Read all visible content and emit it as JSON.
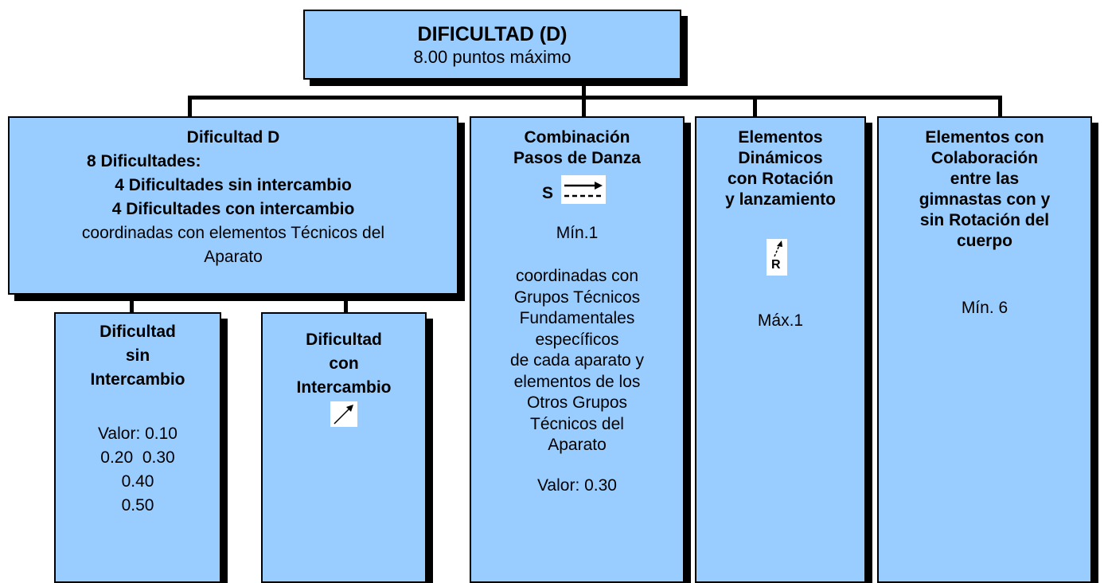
{
  "top": {
    "title": "DIFICULTAD (D)",
    "subtitle": "8.00 puntos máximo"
  },
  "dificultad_d": {
    "title": "Dificultad D",
    "line1": "8 Dificultades:",
    "line2": "4 Dificultades sin intercambio",
    "line3": "4 Dificultades con intercambio",
    "line4": "coordinadas con elementos Técnicos del",
    "line5": "Aparato"
  },
  "sin_intercambio": {
    "title": [
      "Dificultad",
      "sin",
      "Intercambio"
    ],
    "values": [
      "Valor: 0.10",
      "0.20  0.30",
      "0.40",
      "0.50"
    ]
  },
  "con_intercambio": {
    "title": [
      "Dificultad",
      "con",
      "Intercambio"
    ],
    "icon": "diagonal-arrow-icon"
  },
  "combinacion": {
    "title": [
      "Combinación",
      "Pasos de Danza"
    ],
    "symbol_letter": "S",
    "icon": "dance-steps-arrow-icon",
    "min": "Mín.1",
    "body": [
      "coordinadas con",
      "Grupos Técnicos",
      "Fundamentales",
      "específicos",
      "de cada aparato y",
      "elementos de los",
      "Otros Grupos",
      "Técnicos del",
      "Aparato"
    ],
    "valor": "Valor: 0.30"
  },
  "dinamicos": {
    "title": [
      "Elementos",
      "Dinámicos",
      "con Rotación",
      "y lanzamiento"
    ],
    "icon_letter": "R",
    "icon": "rotation-throw-icon",
    "max": "Máx.1"
  },
  "colaboracion": {
    "title": [
      "Elementos con",
      "Colaboración",
      "entre las",
      "gimnastas con y",
      "sin Rotación del",
      "cuerpo"
    ],
    "min": "Mín. 6"
  }
}
